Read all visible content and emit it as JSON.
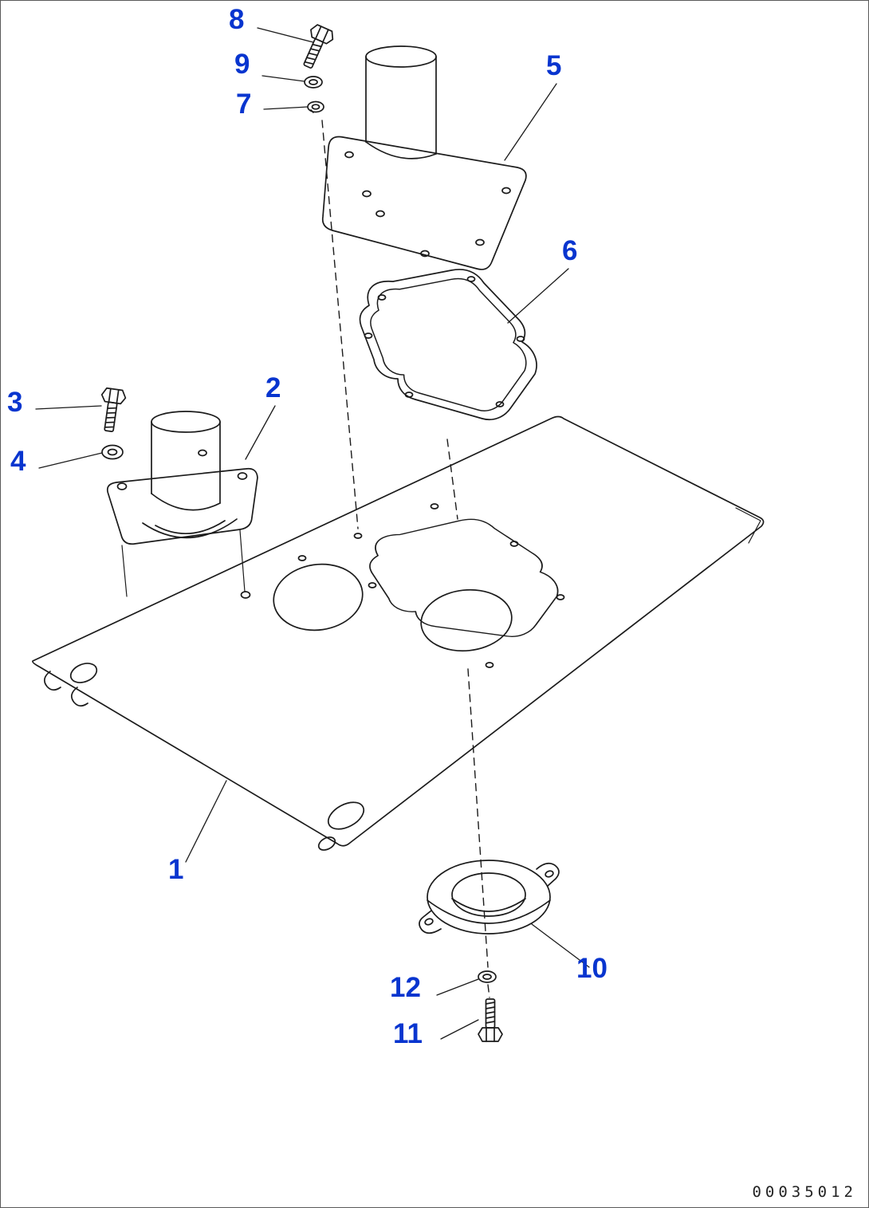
{
  "page": {
    "background_color": "#ffffff",
    "border_color": "#5a5a5a",
    "line_color": "#1b1b1b",
    "callout_color": "#0835cf"
  },
  "callouts": [
    {
      "label": "1"
    },
    {
      "label": "2"
    },
    {
      "label": "3"
    },
    {
      "label": "4"
    },
    {
      "label": "5"
    },
    {
      "label": "6"
    },
    {
      "label": "7"
    },
    {
      "label": "8"
    },
    {
      "label": "9"
    },
    {
      "label": "10"
    },
    {
      "label": "11"
    },
    {
      "label": "12"
    }
  ],
  "doc_number": "00035012"
}
